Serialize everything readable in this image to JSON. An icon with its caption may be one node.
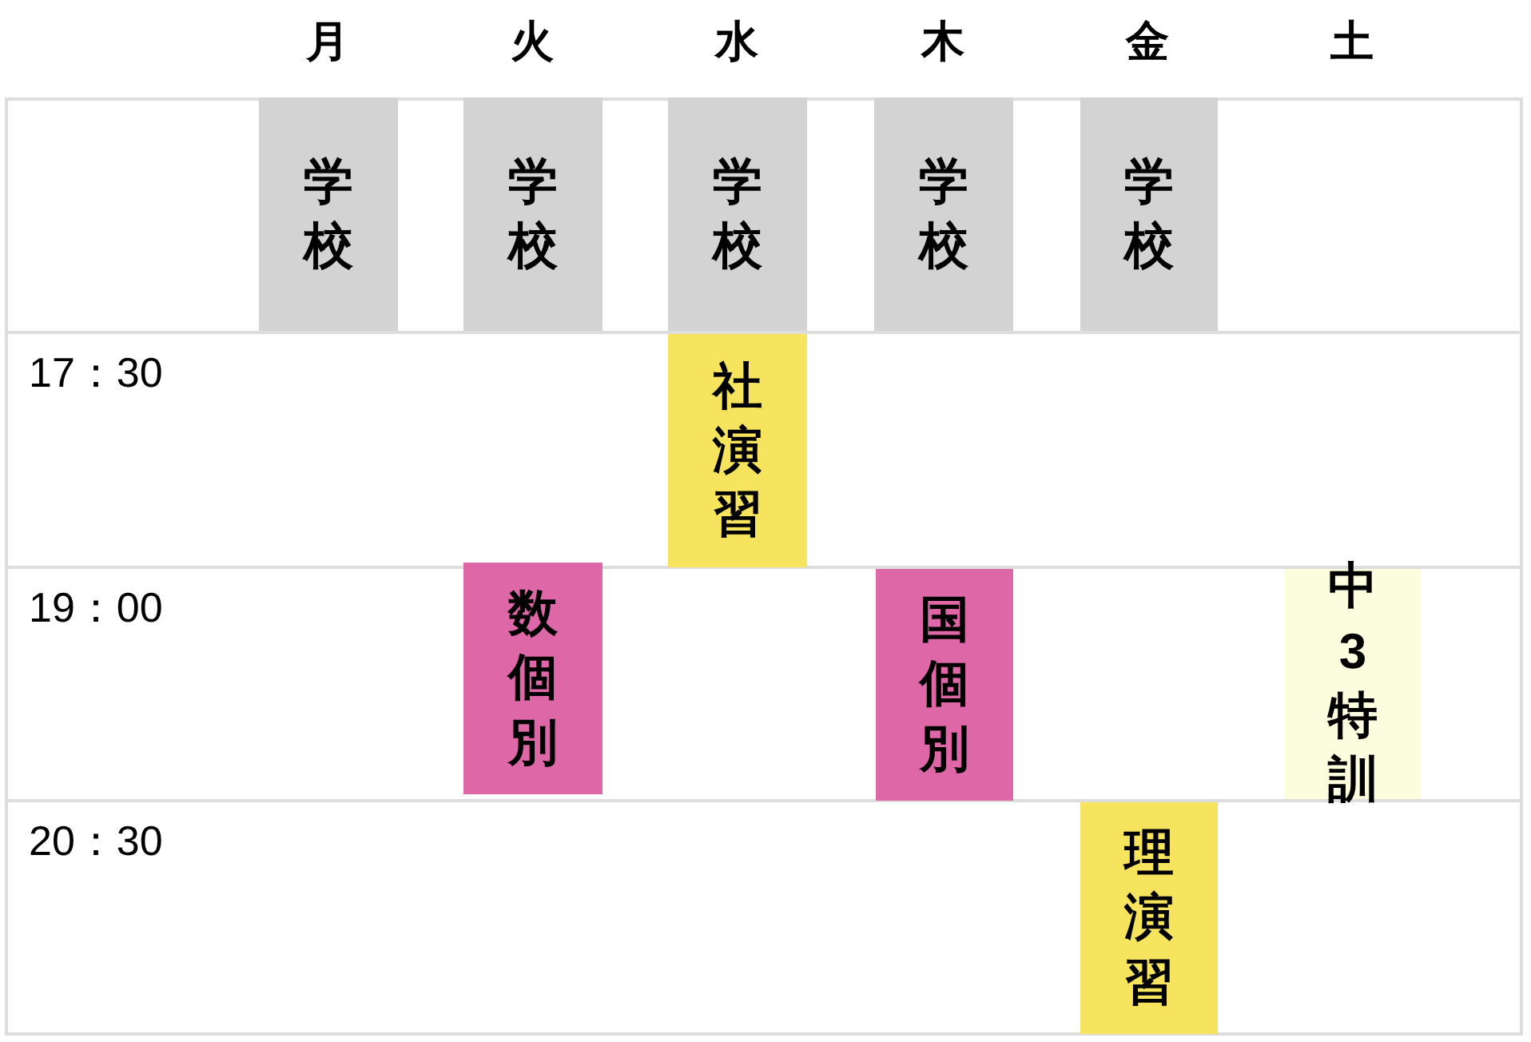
{
  "diagram": {
    "nodes": [
      {
        "text": [
          "学校"
        ]
      },
      {
        "text": [
          "学校"
        ]
      },
      {
        "text": [
          "学校"
        ]
      },
      {
        "text": [
          "学校"
        ]
      },
      {
        "text": [
          "学校"
        ]
      },
      {
        "text": [
          "社演習"
        ]
      },
      {
        "text": [
          "数個別"
        ]
      },
      {
        "text": [
          "国個別"
        ]
      },
      {
        "text": [
          "中3特訓"
        ]
      },
      {
        "text": [
          "理演習"
        ]
      }
    ],
    "labels": [
      "月",
      "火",
      "水",
      "木",
      "金",
      "土",
      "17：30",
      "19：00",
      "20：30"
    ]
  }
}
